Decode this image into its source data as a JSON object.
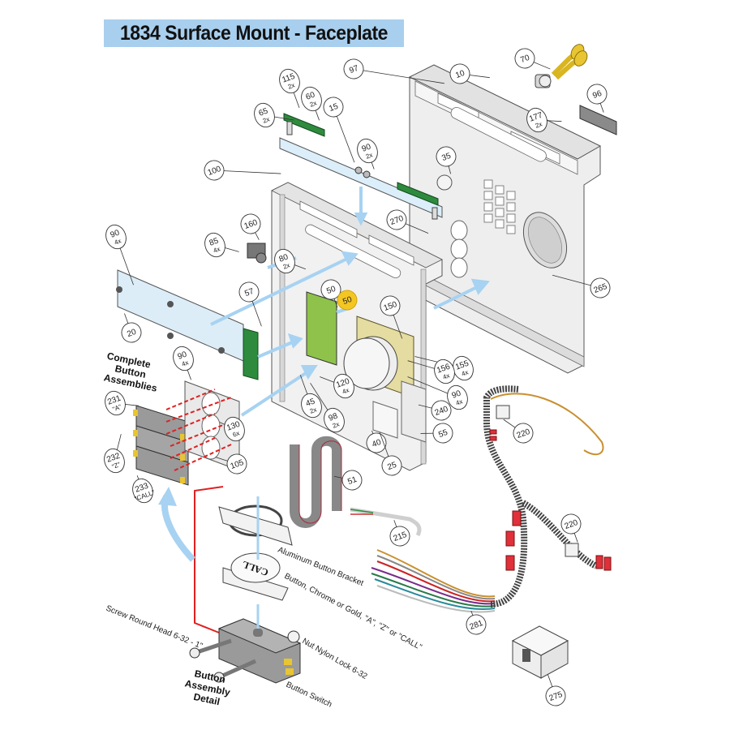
{
  "title": "1834 Surface Mount - Faceplate",
  "colors": {
    "title_bg": "#a9cfee",
    "arrow_blue": "#a7d2f2",
    "pcb_green": "#2e8b3e",
    "highlight_yellow": "#f3c623",
    "key_gold": "#e8c531",
    "red_dash": "#e02020",
    "terminal_red": "#e0303a",
    "harness_black": "#444444",
    "panel_gray": "#e9e9e9",
    "switch_gray": "#9a9a9a"
  },
  "section_headings": {
    "complete_button_assemblies": [
      "Complete",
      "Button",
      "Assemblies"
    ],
    "button_assembly_detail": [
      "Button",
      "Assembly",
      "Detail"
    ]
  },
  "callouts": [
    {
      "id": "c115",
      "number": "115",
      "qty": "2x"
    },
    {
      "id": "c60",
      "number": "60",
      "qty": "2x"
    },
    {
      "id": "c65",
      "number": "65",
      "qty": "2x"
    },
    {
      "id": "c15",
      "number": "15",
      "qty": ""
    },
    {
      "id": "c97",
      "number": "97",
      "qty": ""
    },
    {
      "id": "c10",
      "number": "10",
      "qty": ""
    },
    {
      "id": "c70",
      "number": "70",
      "qty": ""
    },
    {
      "id": "c96",
      "number": "96",
      "qty": ""
    },
    {
      "id": "c177",
      "number": "177",
      "qty": "2x"
    },
    {
      "id": "c90a",
      "number": "90",
      "qty": "2x"
    },
    {
      "id": "c35",
      "number": "35",
      "qty": ""
    },
    {
      "id": "c100",
      "number": "100",
      "qty": ""
    },
    {
      "id": "c270",
      "number": "270",
      "qty": ""
    },
    {
      "id": "c160",
      "number": "160",
      "qty": ""
    },
    {
      "id": "c85",
      "number": "85",
      "qty": "4x"
    },
    {
      "id": "c90b",
      "number": "90",
      "qty": "4x"
    },
    {
      "id": "c80",
      "number": "80",
      "qty": "2x"
    },
    {
      "id": "c265",
      "number": "265",
      "qty": ""
    },
    {
      "id": "c57",
      "number": "57",
      "qty": ""
    },
    {
      "id": "c50",
      "number": "50",
      "qty": ""
    },
    {
      "id": "c50y",
      "number": "50",
      "qty": ""
    },
    {
      "id": "c150",
      "number": "150",
      "qty": ""
    },
    {
      "id": "c20",
      "number": "20",
      "qty": ""
    },
    {
      "id": "c155",
      "number": "155",
      "qty": "4x"
    },
    {
      "id": "c156",
      "number": "156",
      "qty": "4x"
    },
    {
      "id": "c90c",
      "number": "90",
      "qty": "4x"
    },
    {
      "id": "c90d",
      "number": "90",
      "qty": "4x"
    },
    {
      "id": "c120",
      "number": "120",
      "qty": "4x"
    },
    {
      "id": "c240",
      "number": "240",
      "qty": ""
    },
    {
      "id": "c231",
      "number": "231",
      "qty": "\"A\""
    },
    {
      "id": "c45",
      "number": "45",
      "qty": "2x"
    },
    {
      "id": "c98",
      "number": "98",
      "qty": "2x"
    },
    {
      "id": "c130",
      "number": "130",
      "qty": "6x"
    },
    {
      "id": "c55",
      "number": "55",
      "qty": ""
    },
    {
      "id": "c40",
      "number": "40",
      "qty": ""
    },
    {
      "id": "c220a",
      "number": "220",
      "qty": ""
    },
    {
      "id": "c232",
      "number": "232",
      "qty": "\"Z\""
    },
    {
      "id": "c105",
      "number": "105",
      "qty": ""
    },
    {
      "id": "c25",
      "number": "25",
      "qty": ""
    },
    {
      "id": "c51",
      "number": "51",
      "qty": ""
    },
    {
      "id": "c233",
      "number": "233",
      "qty": "\"CALL\""
    },
    {
      "id": "c215",
      "number": "215",
      "qty": ""
    },
    {
      "id": "c220b",
      "number": "220",
      "qty": ""
    },
    {
      "id": "c281",
      "number": "281",
      "qty": ""
    },
    {
      "id": "c275",
      "number": "275",
      "qty": ""
    }
  ],
  "detail_notes": {
    "bracket": "Aluminum Button Bracket",
    "button": "Button, Chrome or Gold, \"A\", \"Z\" or \"CALL\"",
    "screw": "Screw Round Head 6-32 - 1\"",
    "nut": "Nut Nylon Lock 6-32",
    "switch": "Button Switch",
    "button_cap_text": "CALL"
  }
}
